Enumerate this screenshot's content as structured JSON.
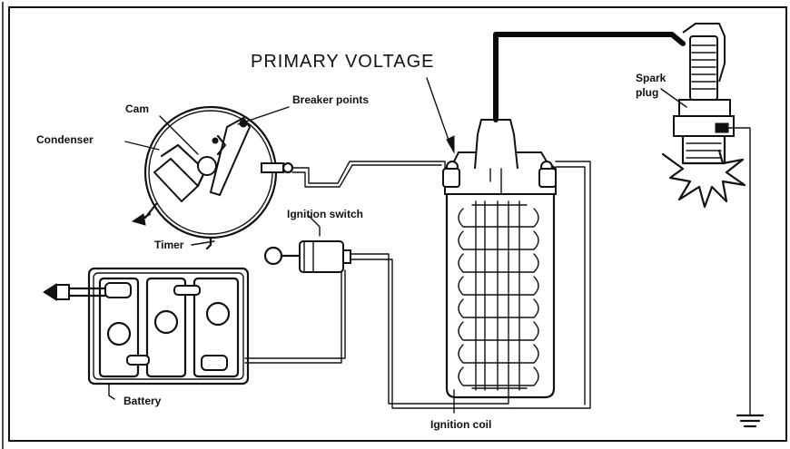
{
  "diagram": {
    "title": "PRIMARY VOLTAGE",
    "labels": {
      "cam": "Cam",
      "breaker_points": "Breaker points",
      "condenser": "Condenser",
      "timer": "Timer",
      "ignition_switch": "Ignition switch",
      "battery": "Battery",
      "ignition_coil": "Ignition coil",
      "spark_plug_line1": "Spark",
      "spark_plug_line2": "plug"
    }
  }
}
